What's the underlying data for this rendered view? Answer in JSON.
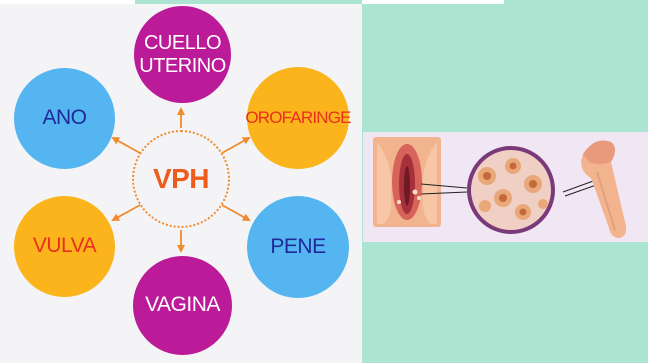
{
  "diagram": {
    "center": {
      "label": "VPH"
    },
    "nodes": {
      "cuello_uterino": {
        "line1": "CUELLO",
        "line2": "UTERINO"
      },
      "ano": {
        "label": "ANO"
      },
      "orofaringe": {
        "label": "OROFARINGE"
      },
      "vulva": {
        "label": "VULVA"
      },
      "pene": {
        "label": "PENE"
      },
      "vagina": {
        "label": "VAGINA"
      }
    }
  },
  "colors": {
    "background": "#abe5d1",
    "panel": "#f4f4f6",
    "magenta": "#bb1a99",
    "sky_blue": "#55b5f1",
    "amber": "#fbb41b",
    "arrow_orange": "#f08a2e",
    "center_text": "#ef5b1c"
  }
}
